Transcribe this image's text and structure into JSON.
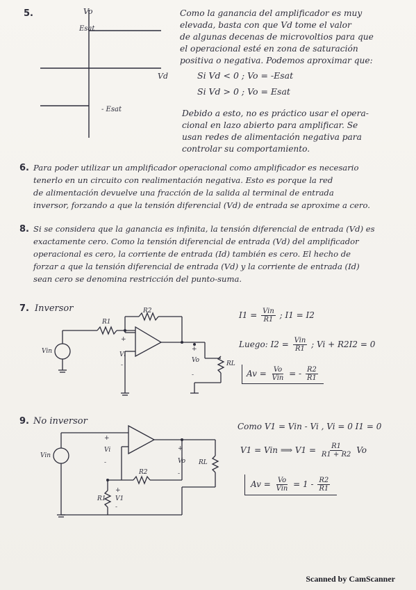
{
  "item5": {
    "number": "5.",
    "graph": {
      "vo": "Vo",
      "esat_pos": "Esat",
      "esat_neg": "- Esat",
      "vd": "Vd"
    },
    "text_lines": [
      "Como la ganancia del amplificador es muy",
      "elevada, basta con que Vd tome el valor",
      "de algunas decenas de microvoltios para que",
      "el operacional esté en zona de saturación",
      "positiva o negativa. Podemos aproximar que:"
    ],
    "cond1": "Si  Vd < 0 ;  Vo = -Esat",
    "cond2": "Si  Vd > 0 ;  Vo = Esat",
    "text2_lines": [
      "Debido a esto, no es práctico usar el opera-",
      "cional en lazo abierto para amplificar. Se",
      "usan redes de alimentación negativa para",
      "controlar su comportamiento."
    ]
  },
  "item6": {
    "number": "6.",
    "lines": [
      "Para poder utilizar un amplificador operacional como amplificador es necesario",
      "tenerlo en un circuito con realimentación negativa. Esto es porque la red",
      "de alimentación devuelve una fracción de la salida al terminal de entrada",
      "inversor, forzando a que la tensión diferencial (Vd) de entrada se aproxime a cero."
    ]
  },
  "item8": {
    "number": "8.",
    "lines": [
      "Si se considera que la ganancia es infinita, la tensión diferencial de entrada (Vd) es",
      "exactamente cero. Como la tensión diferencial de entrada (Vd) del amplificador",
      "operacional es cero, la corriente de entrada (Id) también es cero. El hecho de",
      "forzar a que la tensión diferencial de entrada (Vd) y la corriente de entrada (Id)",
      "sean cero se denomina restricción del punto-suma."
    ]
  },
  "item7": {
    "number": "7.",
    "title": "Inversor",
    "labels": {
      "r1": "R1",
      "r2": "R2",
      "rl": "RL",
      "vin": "Vin",
      "vo": "Vo",
      "vi": "Vi",
      "plus": "+",
      "minus": "-"
    },
    "eq1_a": "I1 =",
    "eq1_frac_n": "Vin",
    "eq1_frac_d": "R1",
    "eq1_b": "; I1 = I2",
    "eq2_a": "Luego: I2 =",
    "eq2_frac_n": "Vin",
    "eq2_frac_d": "R1",
    "eq2_b": "; Vi + R2I2 = 0",
    "eq3_a": "Av =",
    "eq3_f1_n": "Vo",
    "eq3_f1_d": "Vin",
    "eq3_mid": "= -",
    "eq3_f2_n": "R2",
    "eq3_f2_d": "R1"
  },
  "item9": {
    "number": "9.",
    "title": "No inversor",
    "labels": {
      "r1": "R1",
      "r2": "R2",
      "rl": "RL",
      "vin": "Vin",
      "vo": "Vo",
      "vi": "Vi",
      "v1": "V1",
      "plus": "+",
      "minus": "-"
    },
    "eq1": "Como  V1 = Vin - Vi  ,  Vi = 0   I1 = 0",
    "eq2_a": "V1 = Vin  ⟹  V1 =",
    "eq2_frac_n": "R1",
    "eq2_frac_d": "R1 + R2",
    "eq2_b": "Vo",
    "eq3_a": "Av =",
    "eq3_f1_n": "Vo",
    "eq3_f1_d": "Vin",
    "eq3_mid": "= 1 -",
    "eq3_f2_n": "R2",
    "eq3_f2_d": "R1"
  },
  "footer": "Scanned by CamScanner"
}
